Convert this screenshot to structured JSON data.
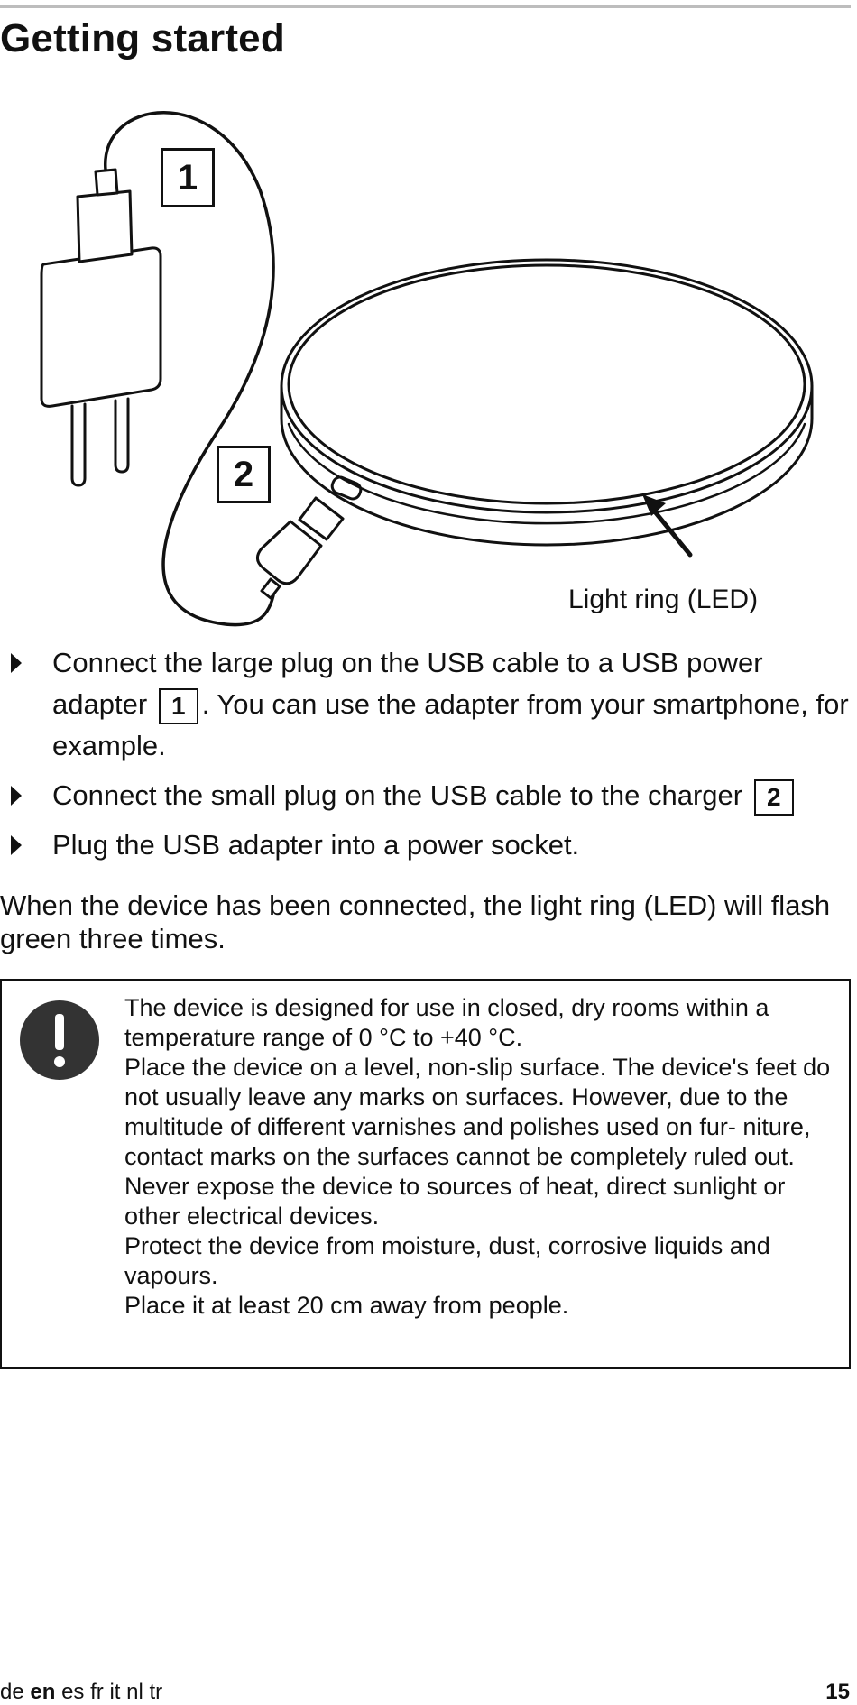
{
  "page": {
    "title": "Getting started"
  },
  "figure": {
    "callout_1": "1",
    "callout_2": "2",
    "led_label": "Light ring (LED)"
  },
  "steps": [
    {
      "text_before": "Connect the large plug on the USB cable to a USB power adapter",
      "ref": "1",
      "text_after": ". You can use the adapter from your smartphone, for example."
    },
    {
      "text_before": "Connect the small plug on the USB cable to the charger",
      "ref": "2",
      "text_after": ""
    },
    {
      "text_before": "Plug the USB adapter into a power socket.",
      "ref": "",
      "text_after": ""
    }
  ],
  "paragraph": "When the device has been connected, the light ring (LED) will flash green three times.",
  "notice": {
    "lines": [
      "The device is designed for use in closed, dry rooms within a temperature range of 0 °C to +40 °C.",
      "Place the device on a level, non-slip surface. The device's feet do not usually leave any marks on surfaces. However, due to the multitude of different varnishes and polishes used on fur- niture, contact marks on the surfaces cannot be completely ruled out.",
      "Never expose the device to sources of heat, direct sunlight or other electrical devices.",
      "Protect the device from moisture, dust, corrosive liquids and vapours.",
      "Place it at least 20 cm away from people."
    ]
  },
  "footer": {
    "languages": [
      {
        "code": "de",
        "current": false
      },
      {
        "code": "en",
        "current": true
      },
      {
        "code": "es",
        "current": false
      },
      {
        "code": "fr",
        "current": false
      },
      {
        "code": "it",
        "current": false
      },
      {
        "code": "nl",
        "current": false
      },
      {
        "code": "tr",
        "current": false
      }
    ],
    "page_number": "15"
  }
}
